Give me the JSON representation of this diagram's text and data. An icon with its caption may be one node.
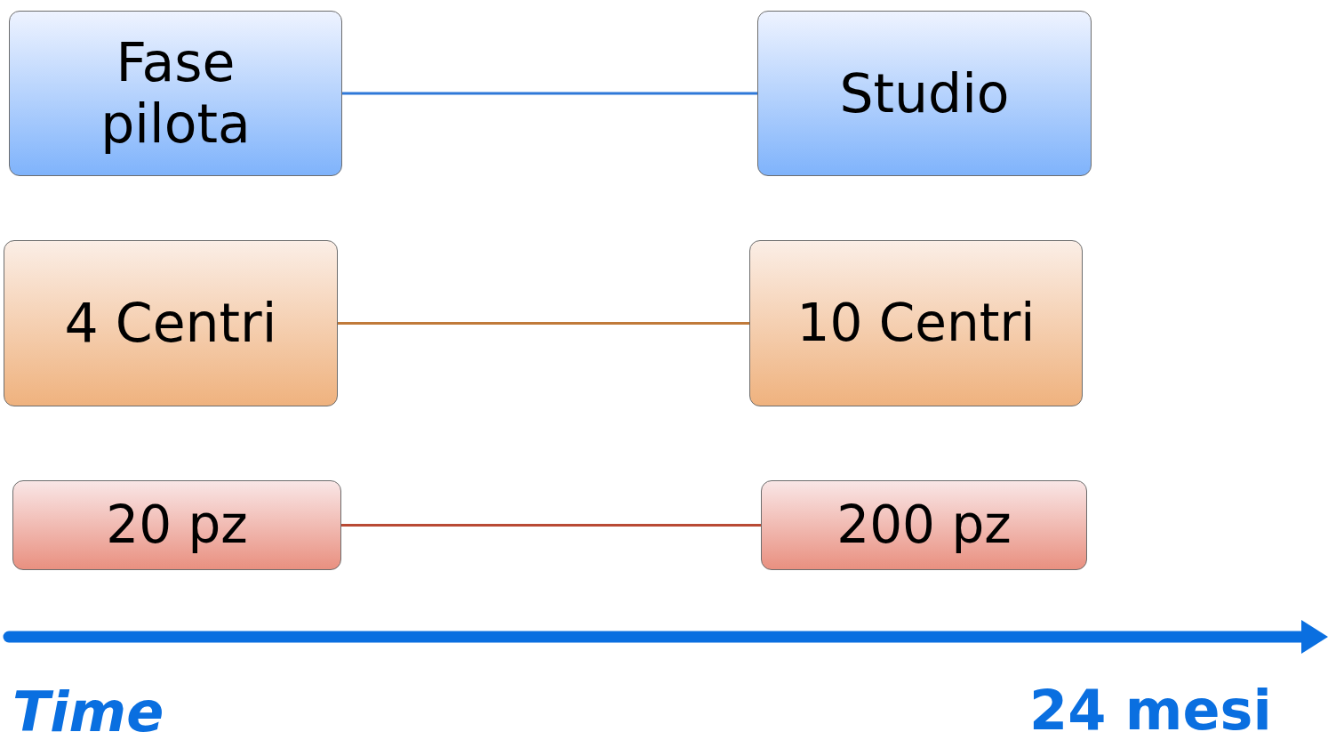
{
  "diagram": {
    "nodes": [
      {
        "text": [
          "Fase pilota"
        ]
      },
      {
        "text": [
          "Studio"
        ]
      },
      {
        "text": [
          "4 Centri"
        ]
      },
      {
        "text": [
          "10 Centri"
        ]
      },
      {
        "text": [
          "20 pz"
        ]
      },
      {
        "text": [
          "200 pz"
        ]
      }
    ],
    "edges": [
      {
        "from": 0,
        "to": 1,
        "arrow": "none",
        "color": "#2f78d8"
      },
      {
        "from": 2,
        "to": 3,
        "arrow": "none",
        "color": "#c07a3a"
      },
      {
        "from": 4,
        "to": 5,
        "arrow": "none",
        "color": "#b94a35"
      }
    ],
    "labels": [
      "Time",
      "24 mesi"
    ]
  }
}
